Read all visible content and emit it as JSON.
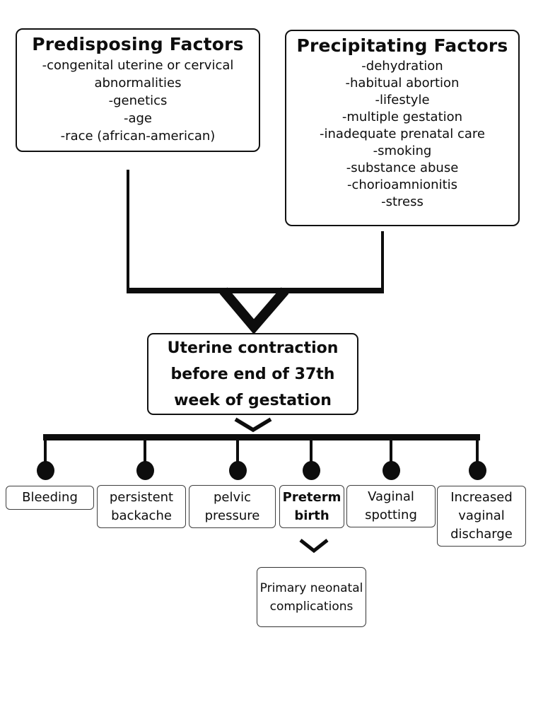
{
  "colors": {
    "ink": "#0d0d0d",
    "strong_border": "#111111",
    "light_border": "#3f3f3f",
    "background": "#ffffff"
  },
  "diagram": {
    "predisposing_box": {
      "title": "Predisposing Factors",
      "items": [
        "-congenital uterine or cervical abnormalities",
        "-genetics",
        "-age",
        "-race (african-american)"
      ]
    },
    "precipitating_box": {
      "title": "Precipitating Factors",
      "items": [
        "-dehydration",
        "-habitual abortion",
        "-lifestyle",
        "-multiple gestation",
        "-inadequate prenatal care",
        "-smoking",
        "-substance abuse",
        "-chorioamnionitis",
        "-stress"
      ]
    },
    "outcome_box": {
      "label": "Uterine contraction before end of 37th week of gestation"
    },
    "symptom_boxes": [
      {
        "label": "Bleeding"
      },
      {
        "label": "persistent backache"
      },
      {
        "label": "pelvic pressure"
      },
      {
        "label": "Preterm birth",
        "emphasis": "bold"
      },
      {
        "label": "Vaginal spotting"
      },
      {
        "label": "Increased vaginal discharge"
      }
    ],
    "complication_box": {
      "label": "Primary neonatal complications"
    }
  }
}
